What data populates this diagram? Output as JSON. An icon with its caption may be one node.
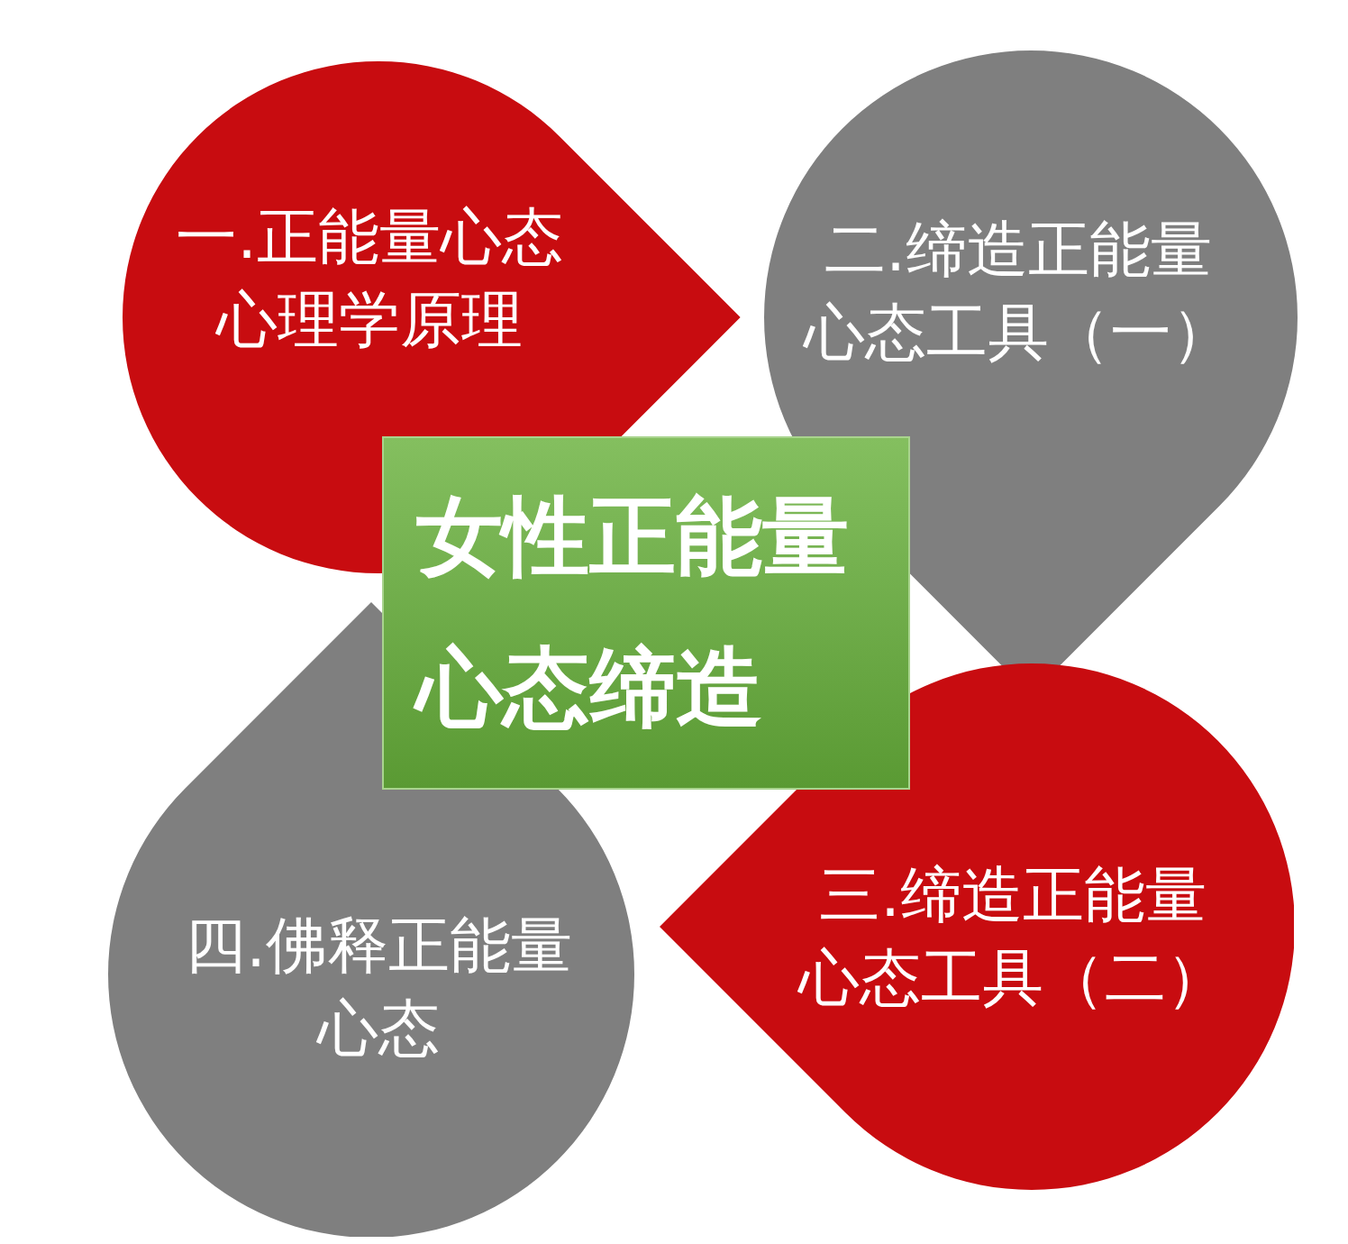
{
  "diagram": {
    "nodes": [
      {
        "text": [
          "一.正能量心态心理学原理"
        ]
      },
      {
        "text": [
          "二.缔造正能量心态工具（一）"
        ]
      },
      {
        "text": [
          "女性正能量心态缔造"
        ]
      },
      {
        "text": [
          "三.缔造正能量心态工具（二）"
        ]
      },
      {
        "text": [
          "四.佛释正能量心态"
        ]
      }
    ]
  }
}
